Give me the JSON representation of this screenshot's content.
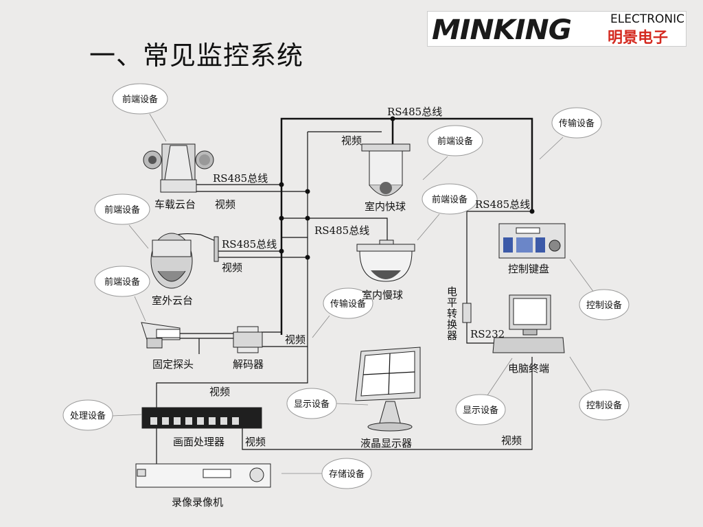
{
  "title": "一、常见监控系统",
  "logo": {
    "brand": "MINKING",
    "sub": "ELECTRONIC",
    "cn": "明景电子"
  },
  "bubbles": {
    "b1": "前端设备",
    "b2": "前端设备",
    "b3": "前端设备",
    "b4": "前端设备",
    "b5": "前端设备",
    "t1": "传输设备",
    "t2": "传输设备",
    "c1": "控制设备",
    "c2": "控制设备",
    "d1": "显示设备",
    "d2": "显示设备",
    "p1": "处理设备",
    "s1": "存储设备"
  },
  "labels": {
    "rs485_top": "RS485总线",
    "rs485_vehicle": "RS485总线",
    "rs485_outdoor": "RS485总线",
    "rs485_slow": "RS485总线",
    "rs485_right": "RS485总线",
    "video_vehicle": "视频",
    "video_outdoor": "视频",
    "video_fast": "视频",
    "video_decoder": "视频",
    "video_processor_top": "视频",
    "video_processor_out": "视频",
    "video_right": "视频",
    "rs232": "RS232",
    "level_converter": "电平转换器"
  },
  "devices": {
    "vehicle_ptz": "车载云台",
    "outdoor_ptz": "室外云台",
    "fixed_camera": "固定探头",
    "decoder": "解码器",
    "indoor_fast_dome": "室内快球",
    "indoor_slow_dome": "室内慢球",
    "control_keyboard": "控制键盘",
    "pc_terminal": "电脑终端",
    "lcd_monitor": "液晶显示器",
    "multiplexer": "画面处理器",
    "recorder": "录像录像机"
  }
}
